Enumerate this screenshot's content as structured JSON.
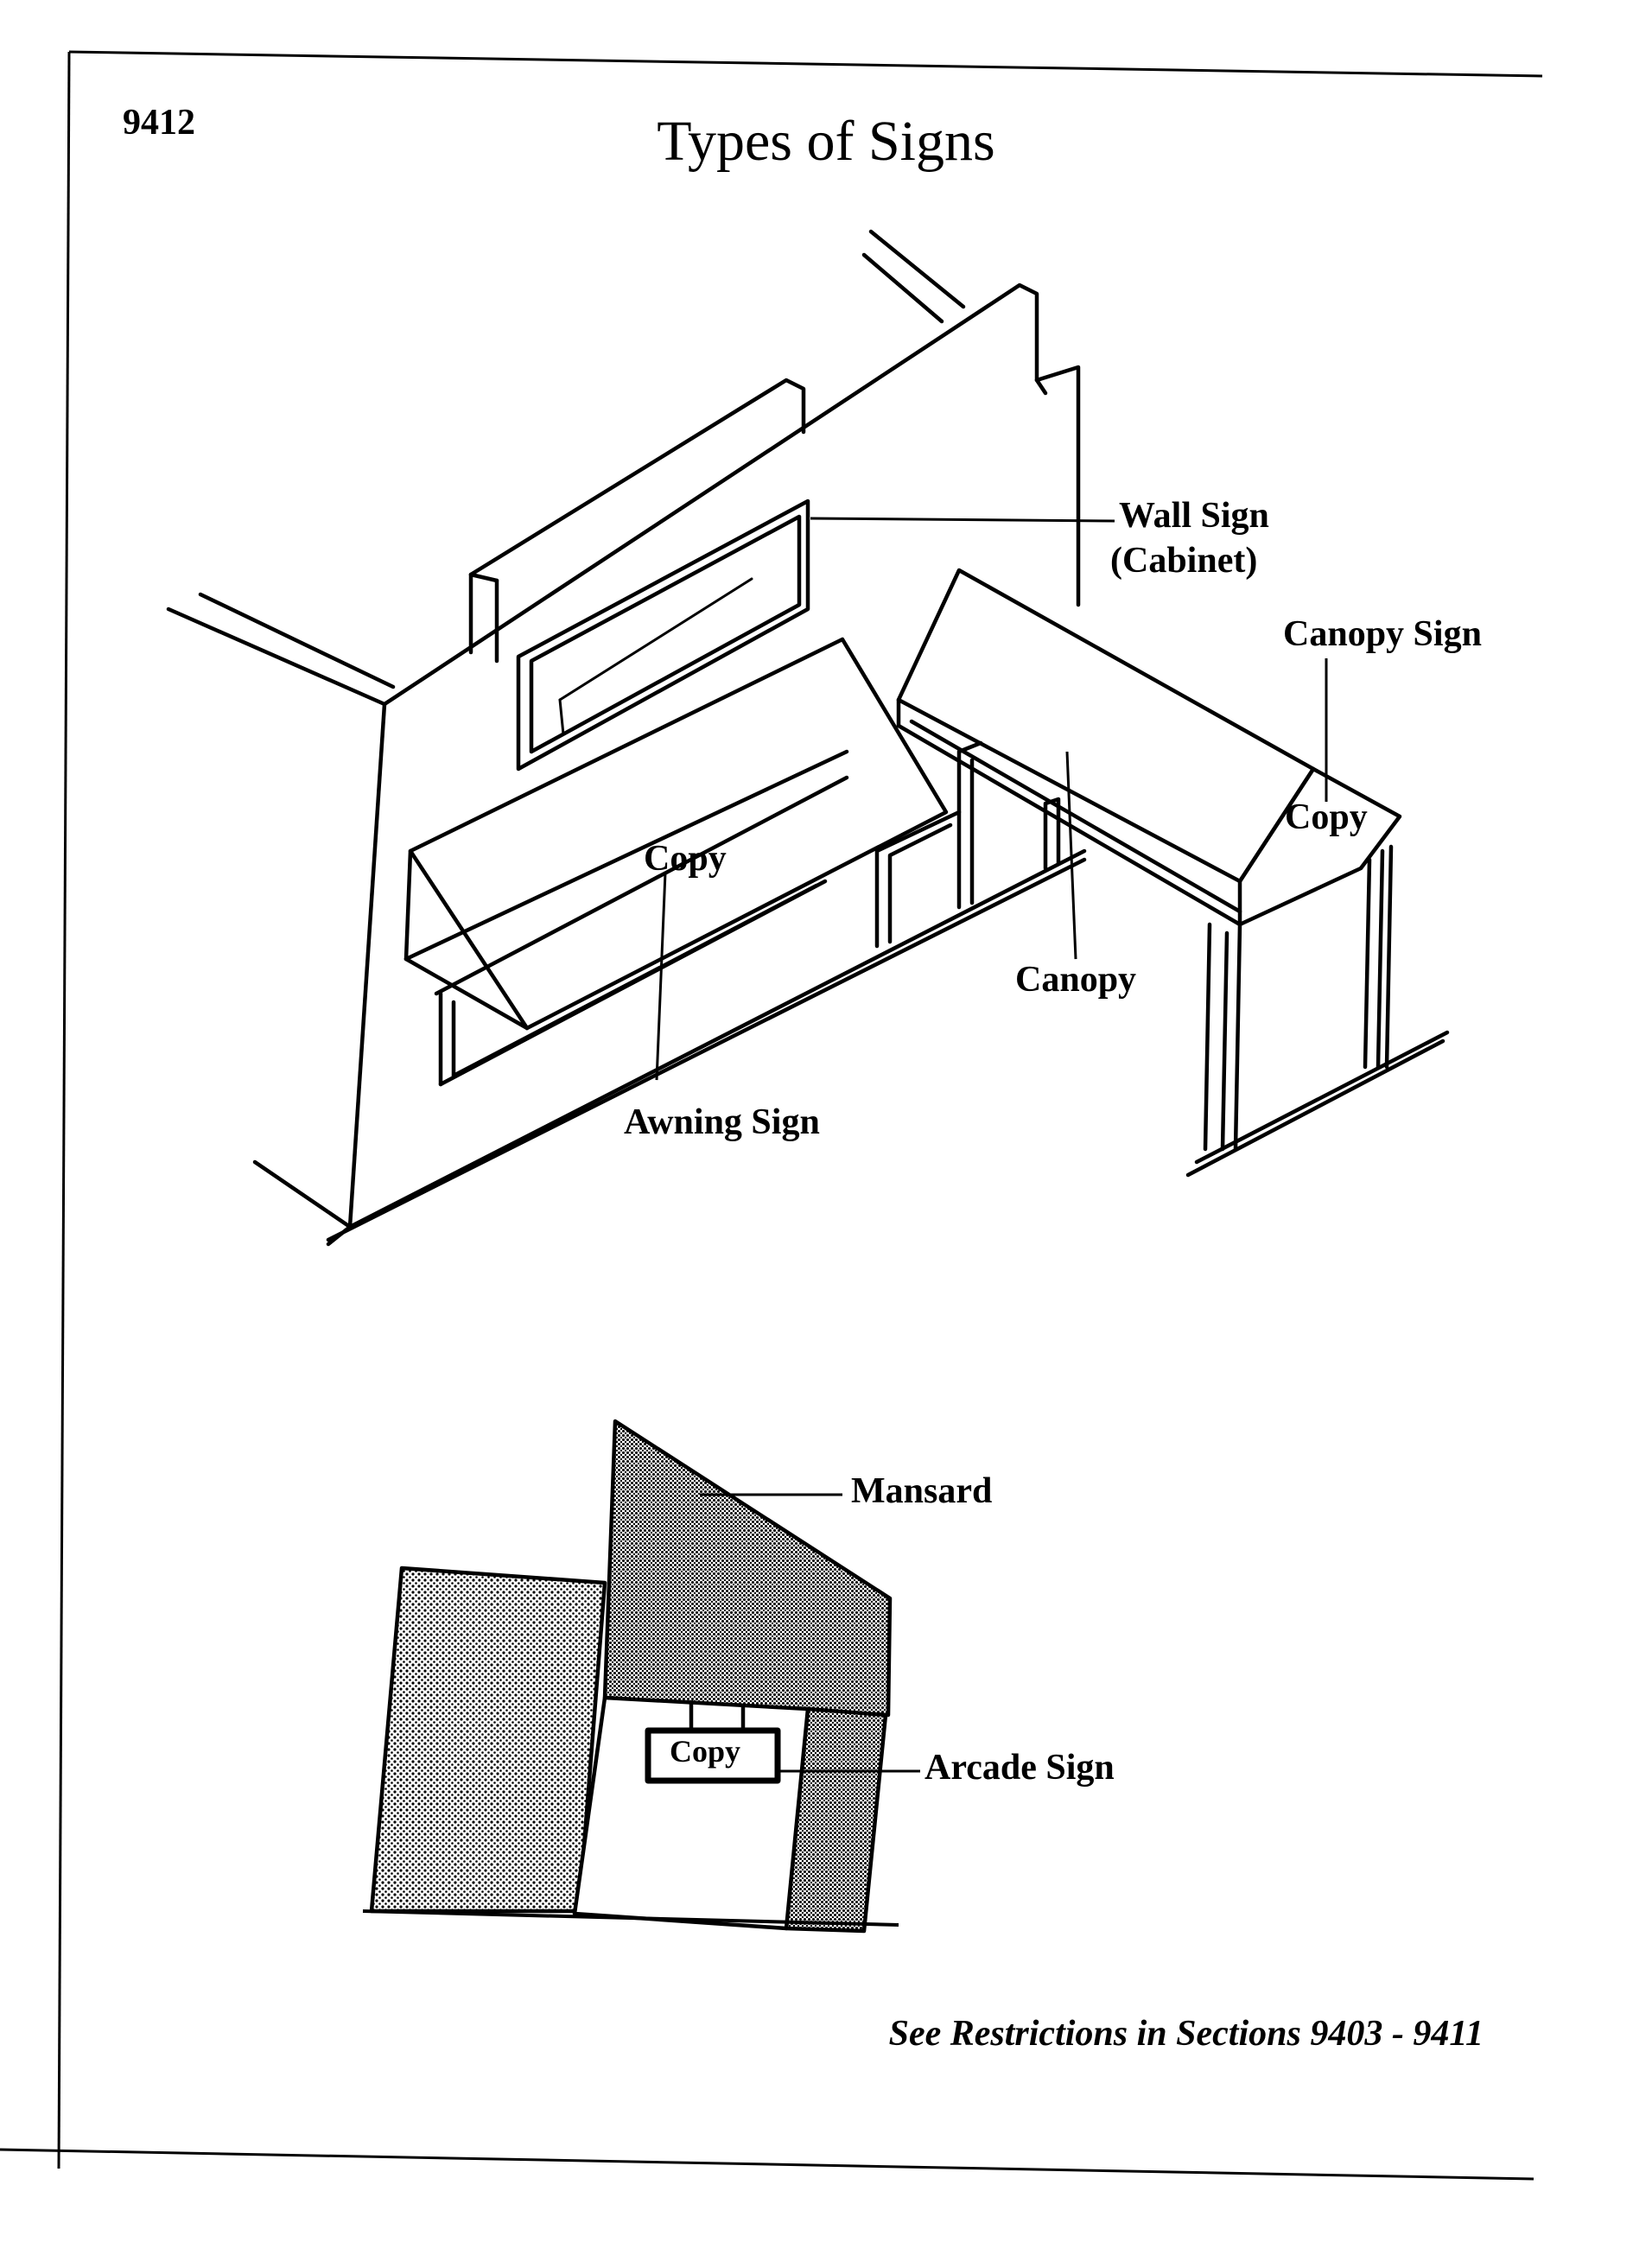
{
  "page": {
    "number": "9412",
    "title": "Types of Signs"
  },
  "labels": {
    "wall_sign": "Wall Sign",
    "wall_sign_sub": "(Cabinet)",
    "canopy_sign": "Canopy Sign",
    "copy_awning": "Copy",
    "copy_canopy": "Copy",
    "canopy": "Canopy",
    "awning_sign": "Awning Sign",
    "mansard": "Mansard",
    "copy_arcade": "Copy",
    "arcade_sign": "Arcade Sign"
  },
  "footer": {
    "note": "See Restrictions in Sections 9403 - 9411"
  }
}
